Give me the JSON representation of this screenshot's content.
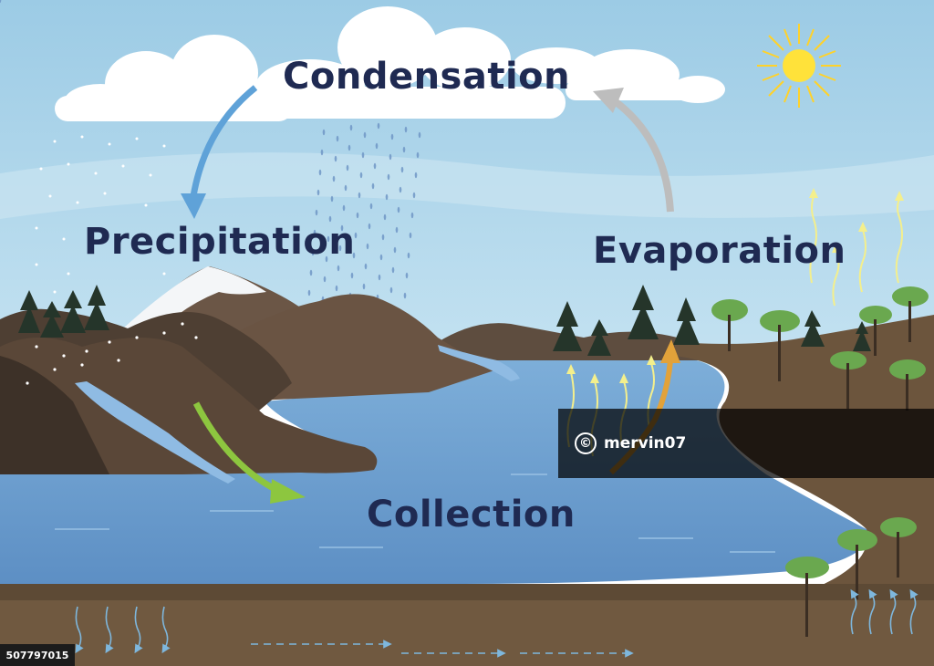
{
  "diagram": {
    "stages": {
      "condensation": "Condensation",
      "precipitation": "Precipitation",
      "evaporation": "Evaporation",
      "collection": "Collection"
    }
  },
  "watermark": {
    "symbol": "©",
    "text": "mervin07"
  },
  "image_id": "507797015",
  "colors": {
    "sky": "#a9d3e9",
    "water": "#6c9ccd",
    "mountain": "#5b4a3c",
    "ground": "#6f563d",
    "label_text": "#1f2a52",
    "precipitation_arrow": "#5fa2d8",
    "evaporation_arrow": "#bdbdbd",
    "collection_arrow": "#8dc63f",
    "vapor_arrow": "#e2a23a"
  }
}
